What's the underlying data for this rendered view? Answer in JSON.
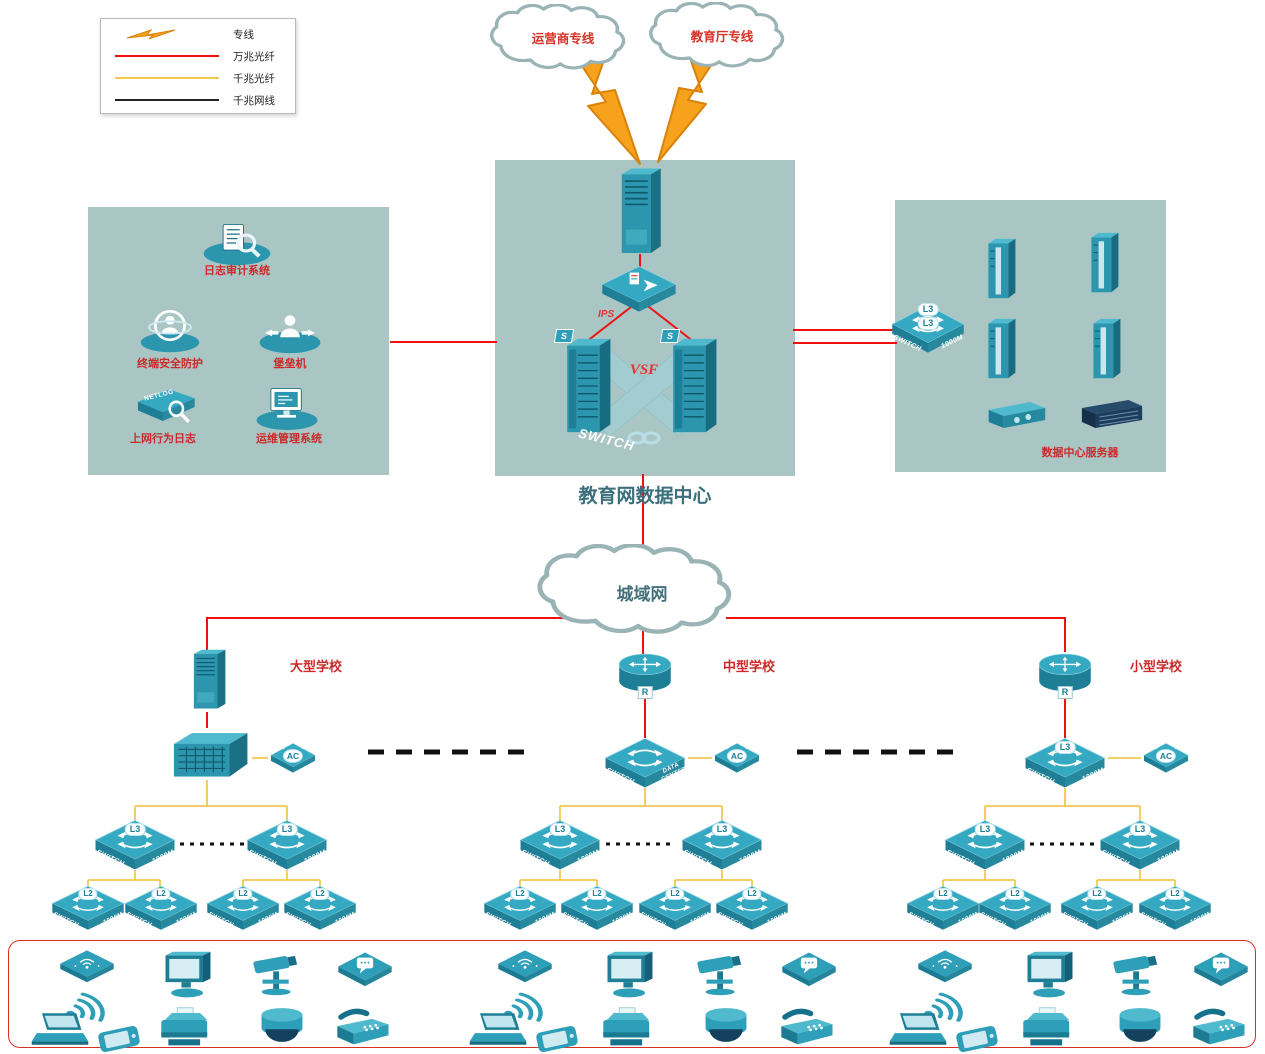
{
  "legend": {
    "items": [
      {
        "label": "专线"
      },
      {
        "label": "万兆光纤"
      },
      {
        "label": "千兆光纤"
      },
      {
        "label": "千兆网线"
      }
    ]
  },
  "clouds": {
    "carrier": "运营商专线",
    "edu": "教育厅专线",
    "man": "城域网"
  },
  "center": {
    "title": "教育网数据中心",
    "ips": "IPS",
    "vsf": "VSF",
    "switch": "SWITCH",
    "flag": "S"
  },
  "left_panel": {
    "items": [
      {
        "label": "日志审计系统"
      },
      {
        "label": "终端安全防护"
      },
      {
        "label": "堡垒机"
      },
      {
        "label": "上网行为日志"
      },
      {
        "label": "运维管理系统"
      }
    ],
    "netlog": "NETLOG"
  },
  "right_panel": {
    "title": "数据中心服务器"
  },
  "schools": [
    {
      "name": "大型学校"
    },
    {
      "name": "中型学校"
    },
    {
      "name": "小型学校"
    }
  ],
  "labels": {
    "l3": "L3",
    "l2": "L2",
    "switch": "SWITCH",
    "m1000": "1000M",
    "data": "DATA",
    "center": "CENTER",
    "ac": "AC",
    "r": "R"
  }
}
